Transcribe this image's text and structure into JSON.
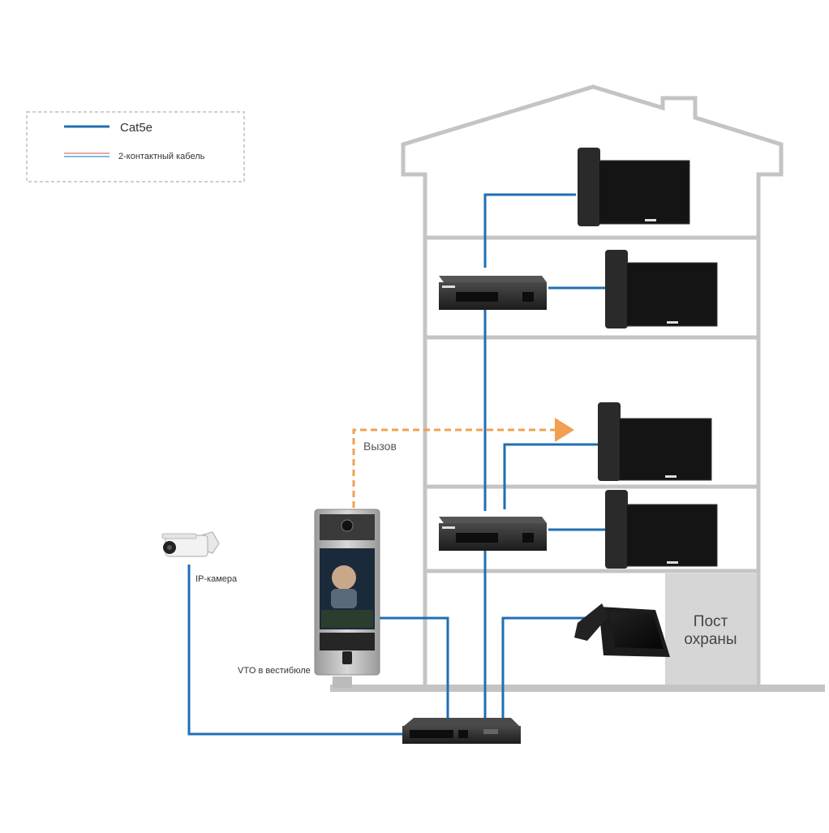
{
  "legend": {
    "items": [
      {
        "label": "Cat5e",
        "colors": [
          "#1f6fb4"
        ]
      },
      {
        "label": "2-контактный кабель",
        "colors": [
          "#e07070",
          "#3f8fd0"
        ]
      }
    ]
  },
  "labels": {
    "call": "Вызов",
    "ip_camera": "IP-камера",
    "vto": "VTO в вестибюле",
    "guard_line1": "Пост",
    "guard_line2": "охраны"
  },
  "colors": {
    "cable": "#1f6fb4",
    "call_arrow": "#f0a050",
    "building": "#c4c4c4",
    "guard_room": "#d6d6d6",
    "legend_border": "#bdbdbd"
  },
  "devices": [
    "indoor-monitor",
    "indoor-monitor",
    "indoor-monitor",
    "indoor-monitor",
    "poe-switch",
    "poe-switch",
    "main-switch",
    "ip-camera",
    "door-station",
    "master-station"
  ]
}
